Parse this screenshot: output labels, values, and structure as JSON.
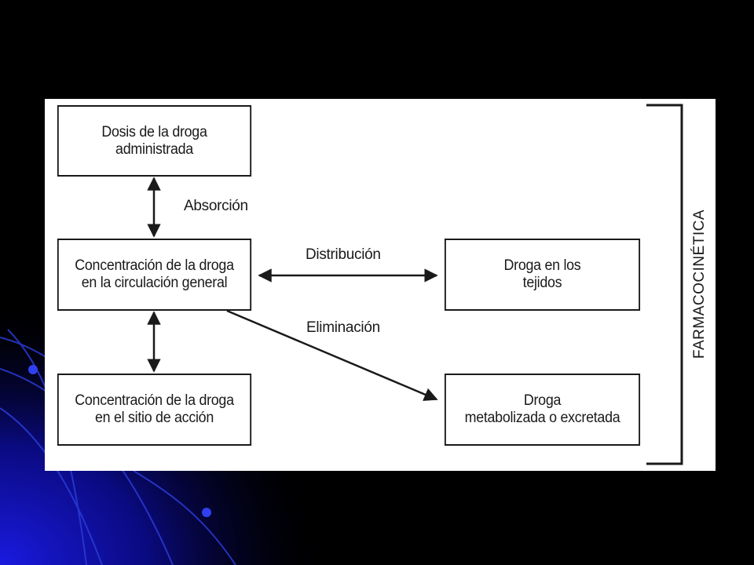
{
  "diagram": {
    "boxes": {
      "dose": [
        "Dosis de la droga",
        "administrada"
      ],
      "circulation": [
        "Concentración de la droga",
        "en la circulación general"
      ],
      "tissues": [
        "Droga en los",
        "tejidos"
      ],
      "site": [
        "Concentración de la droga",
        "en el sitio de acción"
      ],
      "metabolized": [
        "Droga",
        "metabolizada o excretada"
      ]
    },
    "edges": {
      "absorption": "Absorción",
      "distribution": "Distribución",
      "elimination": "Eliminación"
    },
    "bracket_label": "FARMACOCINÉTICA"
  },
  "colors": {
    "background": "#000000",
    "accent_blue": "#1010d0",
    "panel": "#ffffff",
    "ink": "#1a1a1a"
  }
}
